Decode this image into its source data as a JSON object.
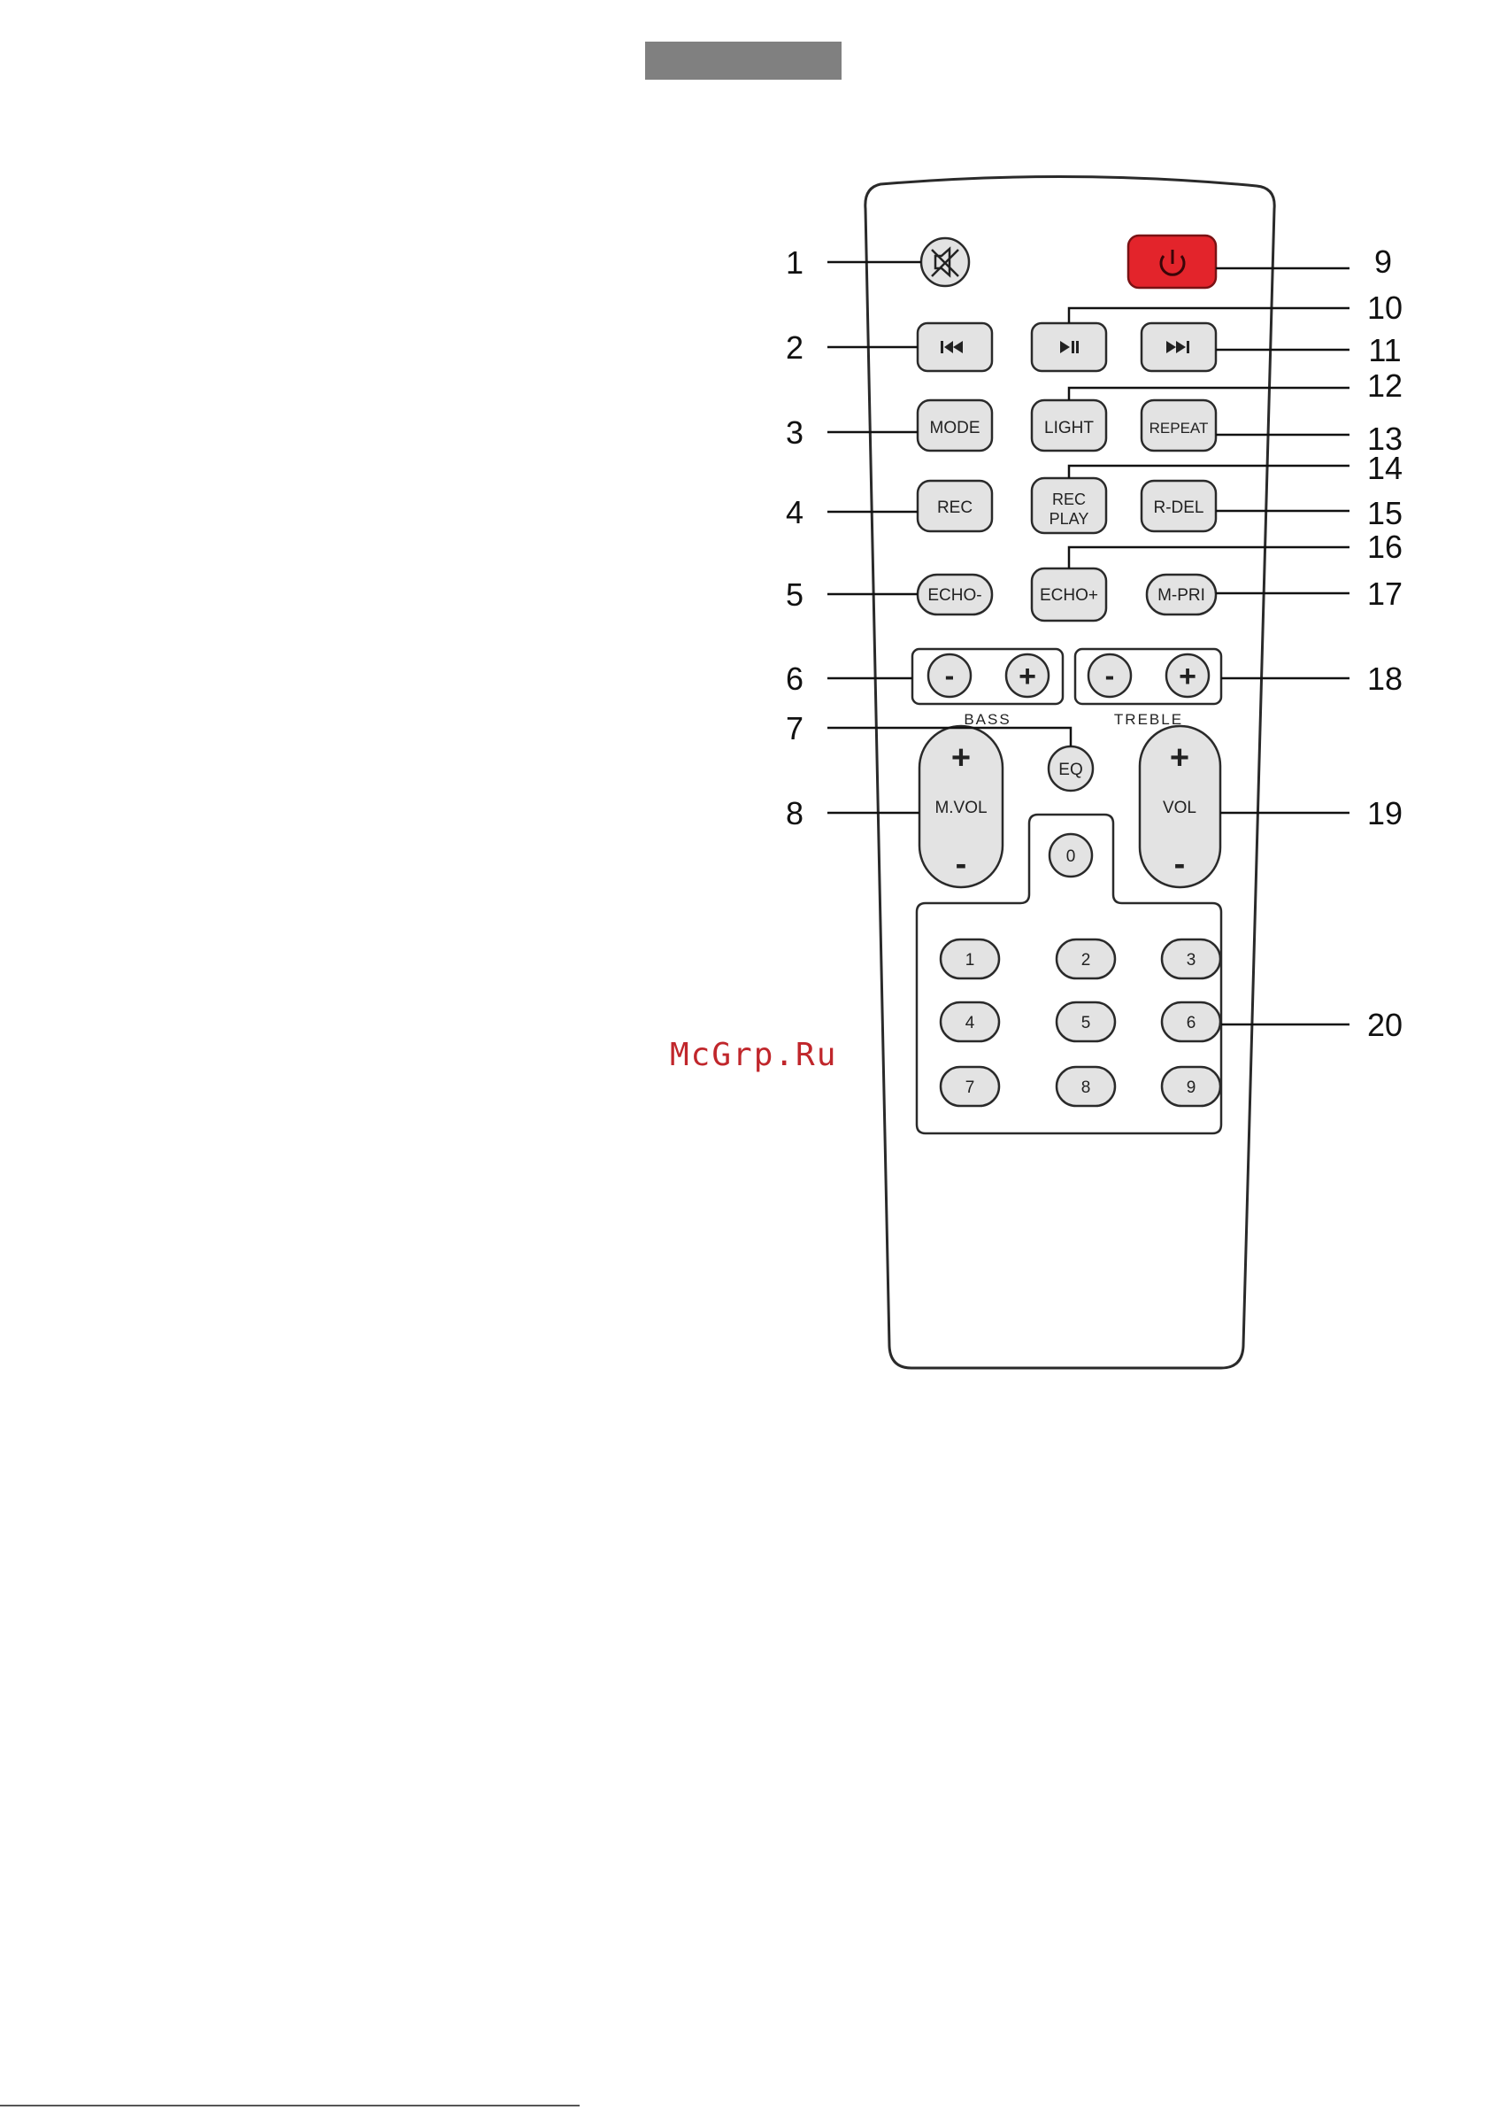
{
  "header_bar_color": "#808080",
  "power_color": "#e3242b",
  "watermark": "McGrp.Ru",
  "buttons": {
    "mode": "MODE",
    "light": "LIGHT",
    "repeat": "REPEAT",
    "rec": "REC",
    "rec_play_1": "REC",
    "rec_play_2": "PLAY",
    "r_del": "R-DEL",
    "echo_minus": "ECHO-",
    "echo_plus": "ECHO+",
    "m_pri": "M-PRI",
    "minus": "-",
    "plus": "+",
    "bass": "BASS",
    "treble": "TREBLE",
    "eq": "EQ",
    "mvol": "M.VOL",
    "vol": "VOL",
    "digits": [
      "0",
      "1",
      "2",
      "3",
      "4",
      "5",
      "6",
      "7",
      "8",
      "9"
    ]
  },
  "icons": {
    "mute": "mute-icon",
    "power": "power-icon",
    "prev": "previous-track-icon",
    "play_pause": "play-pause-icon",
    "next": "next-track-icon"
  },
  "callouts": [
    "1",
    "2",
    "3",
    "4",
    "5",
    "6",
    "7",
    "8",
    "9",
    "10",
    "11",
    "12",
    "13",
    "14",
    "15",
    "16",
    "17",
    "18",
    "19",
    "20"
  ]
}
